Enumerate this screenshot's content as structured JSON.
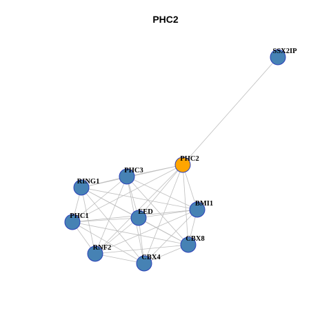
{
  "title": "PHC2",
  "colors": {
    "default_node": "#4682b4",
    "focus_node": "#ffa500",
    "node_border": "#2a3fb8",
    "edge": "#bdbdbd"
  },
  "nodes": [
    {
      "id": "SSX2IP",
      "focus": false
    },
    {
      "id": "PHC2",
      "focus": true
    },
    {
      "id": "PHC3",
      "focus": false
    },
    {
      "id": "RING1",
      "focus": false
    },
    {
      "id": "BMI1",
      "focus": false
    },
    {
      "id": "EED",
      "focus": false
    },
    {
      "id": "PHC1",
      "focus": false
    },
    {
      "id": "CBX8",
      "focus": false
    },
    {
      "id": "RNF2",
      "focus": false
    },
    {
      "id": "CBX4",
      "focus": false
    }
  ],
  "edges": [
    [
      "SSX2IP",
      "PHC2"
    ],
    [
      "PHC2",
      "PHC3"
    ],
    [
      "PHC2",
      "RING1"
    ],
    [
      "PHC2",
      "BMI1"
    ],
    [
      "PHC2",
      "EED"
    ],
    [
      "PHC2",
      "PHC1"
    ],
    [
      "PHC2",
      "CBX8"
    ],
    [
      "PHC2",
      "RNF2"
    ],
    [
      "PHC2",
      "CBX4"
    ],
    [
      "PHC3",
      "RING1"
    ],
    [
      "PHC3",
      "BMI1"
    ],
    [
      "PHC3",
      "EED"
    ],
    [
      "PHC3",
      "PHC1"
    ],
    [
      "PHC3",
      "CBX8"
    ],
    [
      "PHC3",
      "RNF2"
    ],
    [
      "PHC3",
      "CBX4"
    ],
    [
      "RING1",
      "BMI1"
    ],
    [
      "RING1",
      "EED"
    ],
    [
      "RING1",
      "PHC1"
    ],
    [
      "RING1",
      "CBX8"
    ],
    [
      "RING1",
      "RNF2"
    ],
    [
      "RING1",
      "CBX4"
    ],
    [
      "BMI1",
      "EED"
    ],
    [
      "BMI1",
      "PHC1"
    ],
    [
      "BMI1",
      "CBX8"
    ],
    [
      "BMI1",
      "RNF2"
    ],
    [
      "BMI1",
      "CBX4"
    ],
    [
      "EED",
      "PHC1"
    ],
    [
      "EED",
      "CBX8"
    ],
    [
      "EED",
      "RNF2"
    ],
    [
      "EED",
      "CBX4"
    ],
    [
      "PHC1",
      "CBX8"
    ],
    [
      "PHC1",
      "RNF2"
    ],
    [
      "PHC1",
      "CBX4"
    ],
    [
      "CBX8",
      "RNF2"
    ],
    [
      "CBX8",
      "CBX4"
    ],
    [
      "RNF2",
      "CBX4"
    ]
  ]
}
